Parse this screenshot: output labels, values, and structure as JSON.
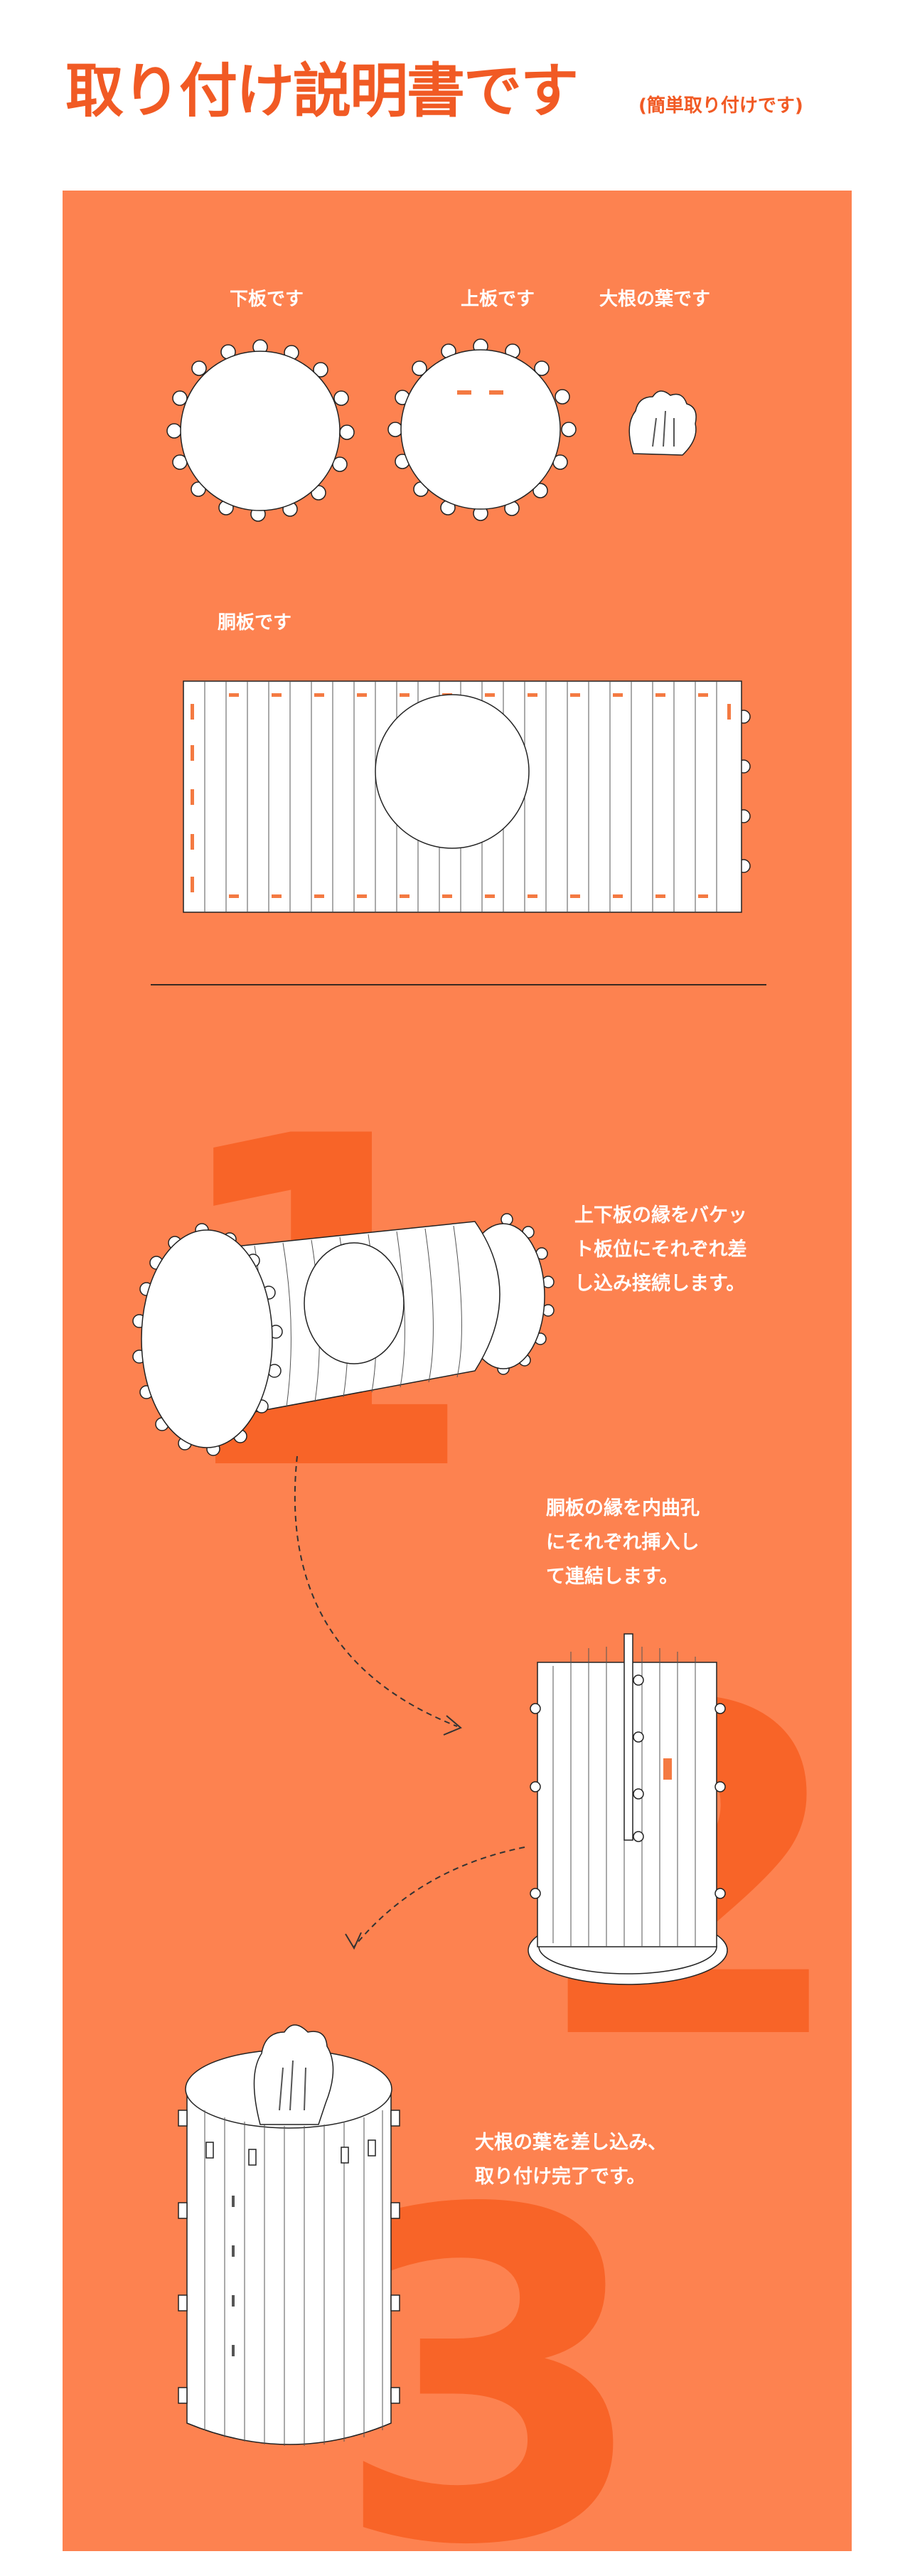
{
  "header": {
    "title": "取り付け説明書です",
    "subtitle": "(簡単取り付けです)"
  },
  "parts": {
    "bottom_board": "下板です",
    "top_board": "上板です",
    "radish_leaf": "大根の葉です",
    "body_board": "胴板です"
  },
  "steps": [
    {
      "number": "1",
      "lines": [
        "上下板の縁をバケッ",
        "ト板位にそれぞれ差",
        "し込み接続します。"
      ]
    },
    {
      "number": "2",
      "lines": [
        "胴板の縁を内曲孔",
        "にそれぞれ挿入し",
        "て連結します。"
      ]
    },
    {
      "number": "3",
      "lines": [
        "大根の葉を差し込み、",
        "取り付け完了です。"
      ]
    }
  ],
  "colors": {
    "accent": "#f15a24",
    "panel": "#fd8250",
    "big_number": "#f86428"
  }
}
